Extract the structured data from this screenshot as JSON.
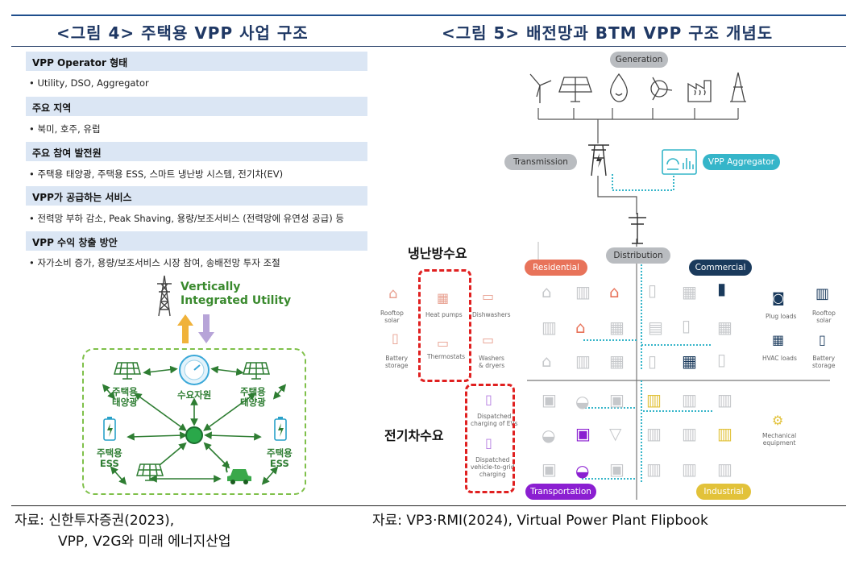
{
  "left": {
    "title": "<그림 4> 주택용 VPP 사업 구조",
    "sections": [
      {
        "head": "VPP Operator 형태",
        "item": "Utility, DSO, Aggregator"
      },
      {
        "head": "주요 지역",
        "item": "북미, 호주, 유럽"
      },
      {
        "head": "주요 참여 발전원",
        "item": "주택용 태양광, 주택용 ESS, 스마트 냉난방 시스템, 전기차(EV)"
      },
      {
        "head": "VPP가 공급하는 서비스",
        "item": "전력망 부하 감소, Peak Shaving, 용량/보조서비스 (전력망에 유연성 공급) 등"
      },
      {
        "head": "VPP 수익 창출 방안",
        "item": "자가소비 증가, 용량/보조서비스 시장 참여, 송배전망 투자 조절"
      }
    ],
    "utility_label_1": "Vertically",
    "utility_label_2": "Integrated Utility",
    "nodes": {
      "demand": "수요자원",
      "solar_left_1": "주택용",
      "solar_left_2": "태양광",
      "solar_right_1": "주택용",
      "solar_right_2": "태양광",
      "ess_left_1": "주택용",
      "ess_left_2": "ESS",
      "ess_right_1": "주택용",
      "ess_right_2": "ESS"
    },
    "source_1": "자료: 신한투자증권(2023),",
    "source_2": "VPP, V2G와 미래 에너지산업"
  },
  "right": {
    "title": "<그림 5> 배전망과 BTM VPP 구조 개념도",
    "generation": "Generation",
    "transmission": "Transmission",
    "vpp_aggregator": "VPP Aggregator",
    "distribution": "Distribution",
    "residential": "Residential",
    "commercial": "Commercial",
    "transportation": "Transportation",
    "industrial": "Industrial",
    "callout_hvac": "냉난방수요",
    "callout_ev": "전기차수요",
    "labels": {
      "rooftop_solar_l_1": "Rooftop",
      "rooftop_solar_l_2": "solar",
      "heat_pumps": "Heat pumps",
      "dishwashers": "Dishwashers",
      "battery_storage_l_1": "Battery",
      "battery_storage_l_2": "storage",
      "thermostats": "Thermostats",
      "washers_1": "Washers",
      "washers_2": "& dryers",
      "plug_loads": "Plug loads",
      "rooftop_solar_r_1": "Rooftop",
      "rooftop_solar_r_2": "solar",
      "hvac_loads": "HVAC loads",
      "battery_storage_r_1": "Battery",
      "battery_storage_r_2": "storage",
      "dispatched_ev_1": "Dispatched",
      "dispatched_ev_2": "charging of EVs",
      "v2g_1": "Dispatched",
      "v2g_2": "vehicle-to-grid",
      "v2g_3": "charging",
      "mechanical_1": "Mechanical",
      "mechanical_2": "equipment"
    },
    "source": "자료: VP3·RMI(2024), Virtual Power Plant Flipbook"
  },
  "colors": {
    "title": "#1f3864",
    "residential": "#e8735a",
    "commercial": "#1a3a5c",
    "transportation": "#8b1fd1",
    "industrial": "#e2c23a",
    "aggregator": "#35b5c9",
    "green": "#2e7d32",
    "red_dash": "#e02020"
  }
}
